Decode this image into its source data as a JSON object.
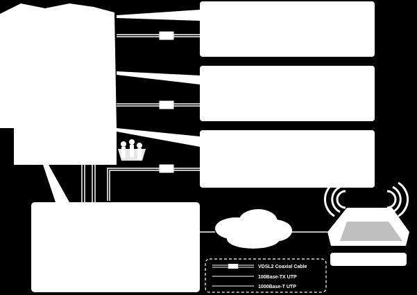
{
  "colors": {
    "background": "#000000",
    "foreground": "#ffffff",
    "legend_border": "#ffffff"
  },
  "legend": {
    "items": [
      {
        "label": "VDSL2 Coaxial Cable",
        "line_style": "double-line-with-box"
      },
      {
        "label": "100Base-TX UTP",
        "line_style": "single-line"
      },
      {
        "label": "1000Base-T UTP",
        "line_style": "single-line"
      }
    ]
  },
  "icons": {
    "building": "apartment-building-icon",
    "unit_boxes": "apartment-unit-box-icon",
    "cloud": "network-cloud-icon",
    "router": "wireless-router-icon",
    "wifi": "wifi-signal-icon",
    "people": "residents-icon"
  }
}
